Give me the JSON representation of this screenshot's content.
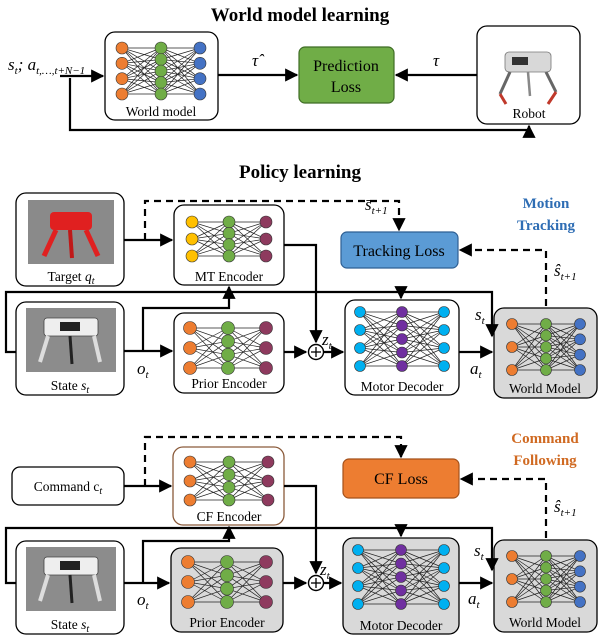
{
  "colors": {
    "loss_green": "#70ad47",
    "loss_blue": "#5b9bd5",
    "loss_orange": "#ed7d31",
    "node_orange": "#ed7d31",
    "node_green": "#70ad47",
    "node_blue": "#4472c4",
    "node_yellow": "#ffc000",
    "node_purple": "#7030a0",
    "node_cyan": "#00b0f0",
    "node_maroon": "#8e3a5e",
    "module_gray": "#d9d9d9",
    "title_blue": "#2e6db4",
    "title_orange": "#d06a22"
  },
  "section1": {
    "title": "World model learning",
    "input_label": "s_t; a_{t…t+N−1}",
    "world_model_label": "World model",
    "tau_hat": "τ̂",
    "loss_line1": "Prediction",
    "loss_line2": "Loss",
    "tau": "τ",
    "robot_label": "Robot"
  },
  "section2": {
    "title": "Policy learning",
    "side_title_line1": "Motion",
    "side_title_line2": "Tracking",
    "target_label": "Target q_t",
    "mt_encoder_label": "MT Encoder",
    "s_bar": "s̄_{t+1}",
    "loss_label": "Tracking Loss",
    "s_hat": "ŝ_{t+1}",
    "state_label": "State s_t",
    "o_t": "o_t",
    "prior_encoder_label": "Prior Encoder",
    "z_t": "z_t",
    "motor_decoder_label": "Motor Decoder",
    "a_t": "a_t",
    "s_t": "s_t",
    "world_model_label": "World Model"
  },
  "section3": {
    "side_title_line1": "Command",
    "side_title_line2": "Following",
    "command_label": "Command c_t",
    "cf_encoder_label": "CF Encoder",
    "loss_label": "CF Loss",
    "s_hat": "ŝ_{t+1}",
    "state_label": "State s_t",
    "o_t": "o_t",
    "prior_encoder_label": "Prior Encoder",
    "z_t": "z_t",
    "motor_decoder_label": "Motor Decoder",
    "a_t": "a_t",
    "s_t": "s_t",
    "world_model_label": "World Model"
  }
}
